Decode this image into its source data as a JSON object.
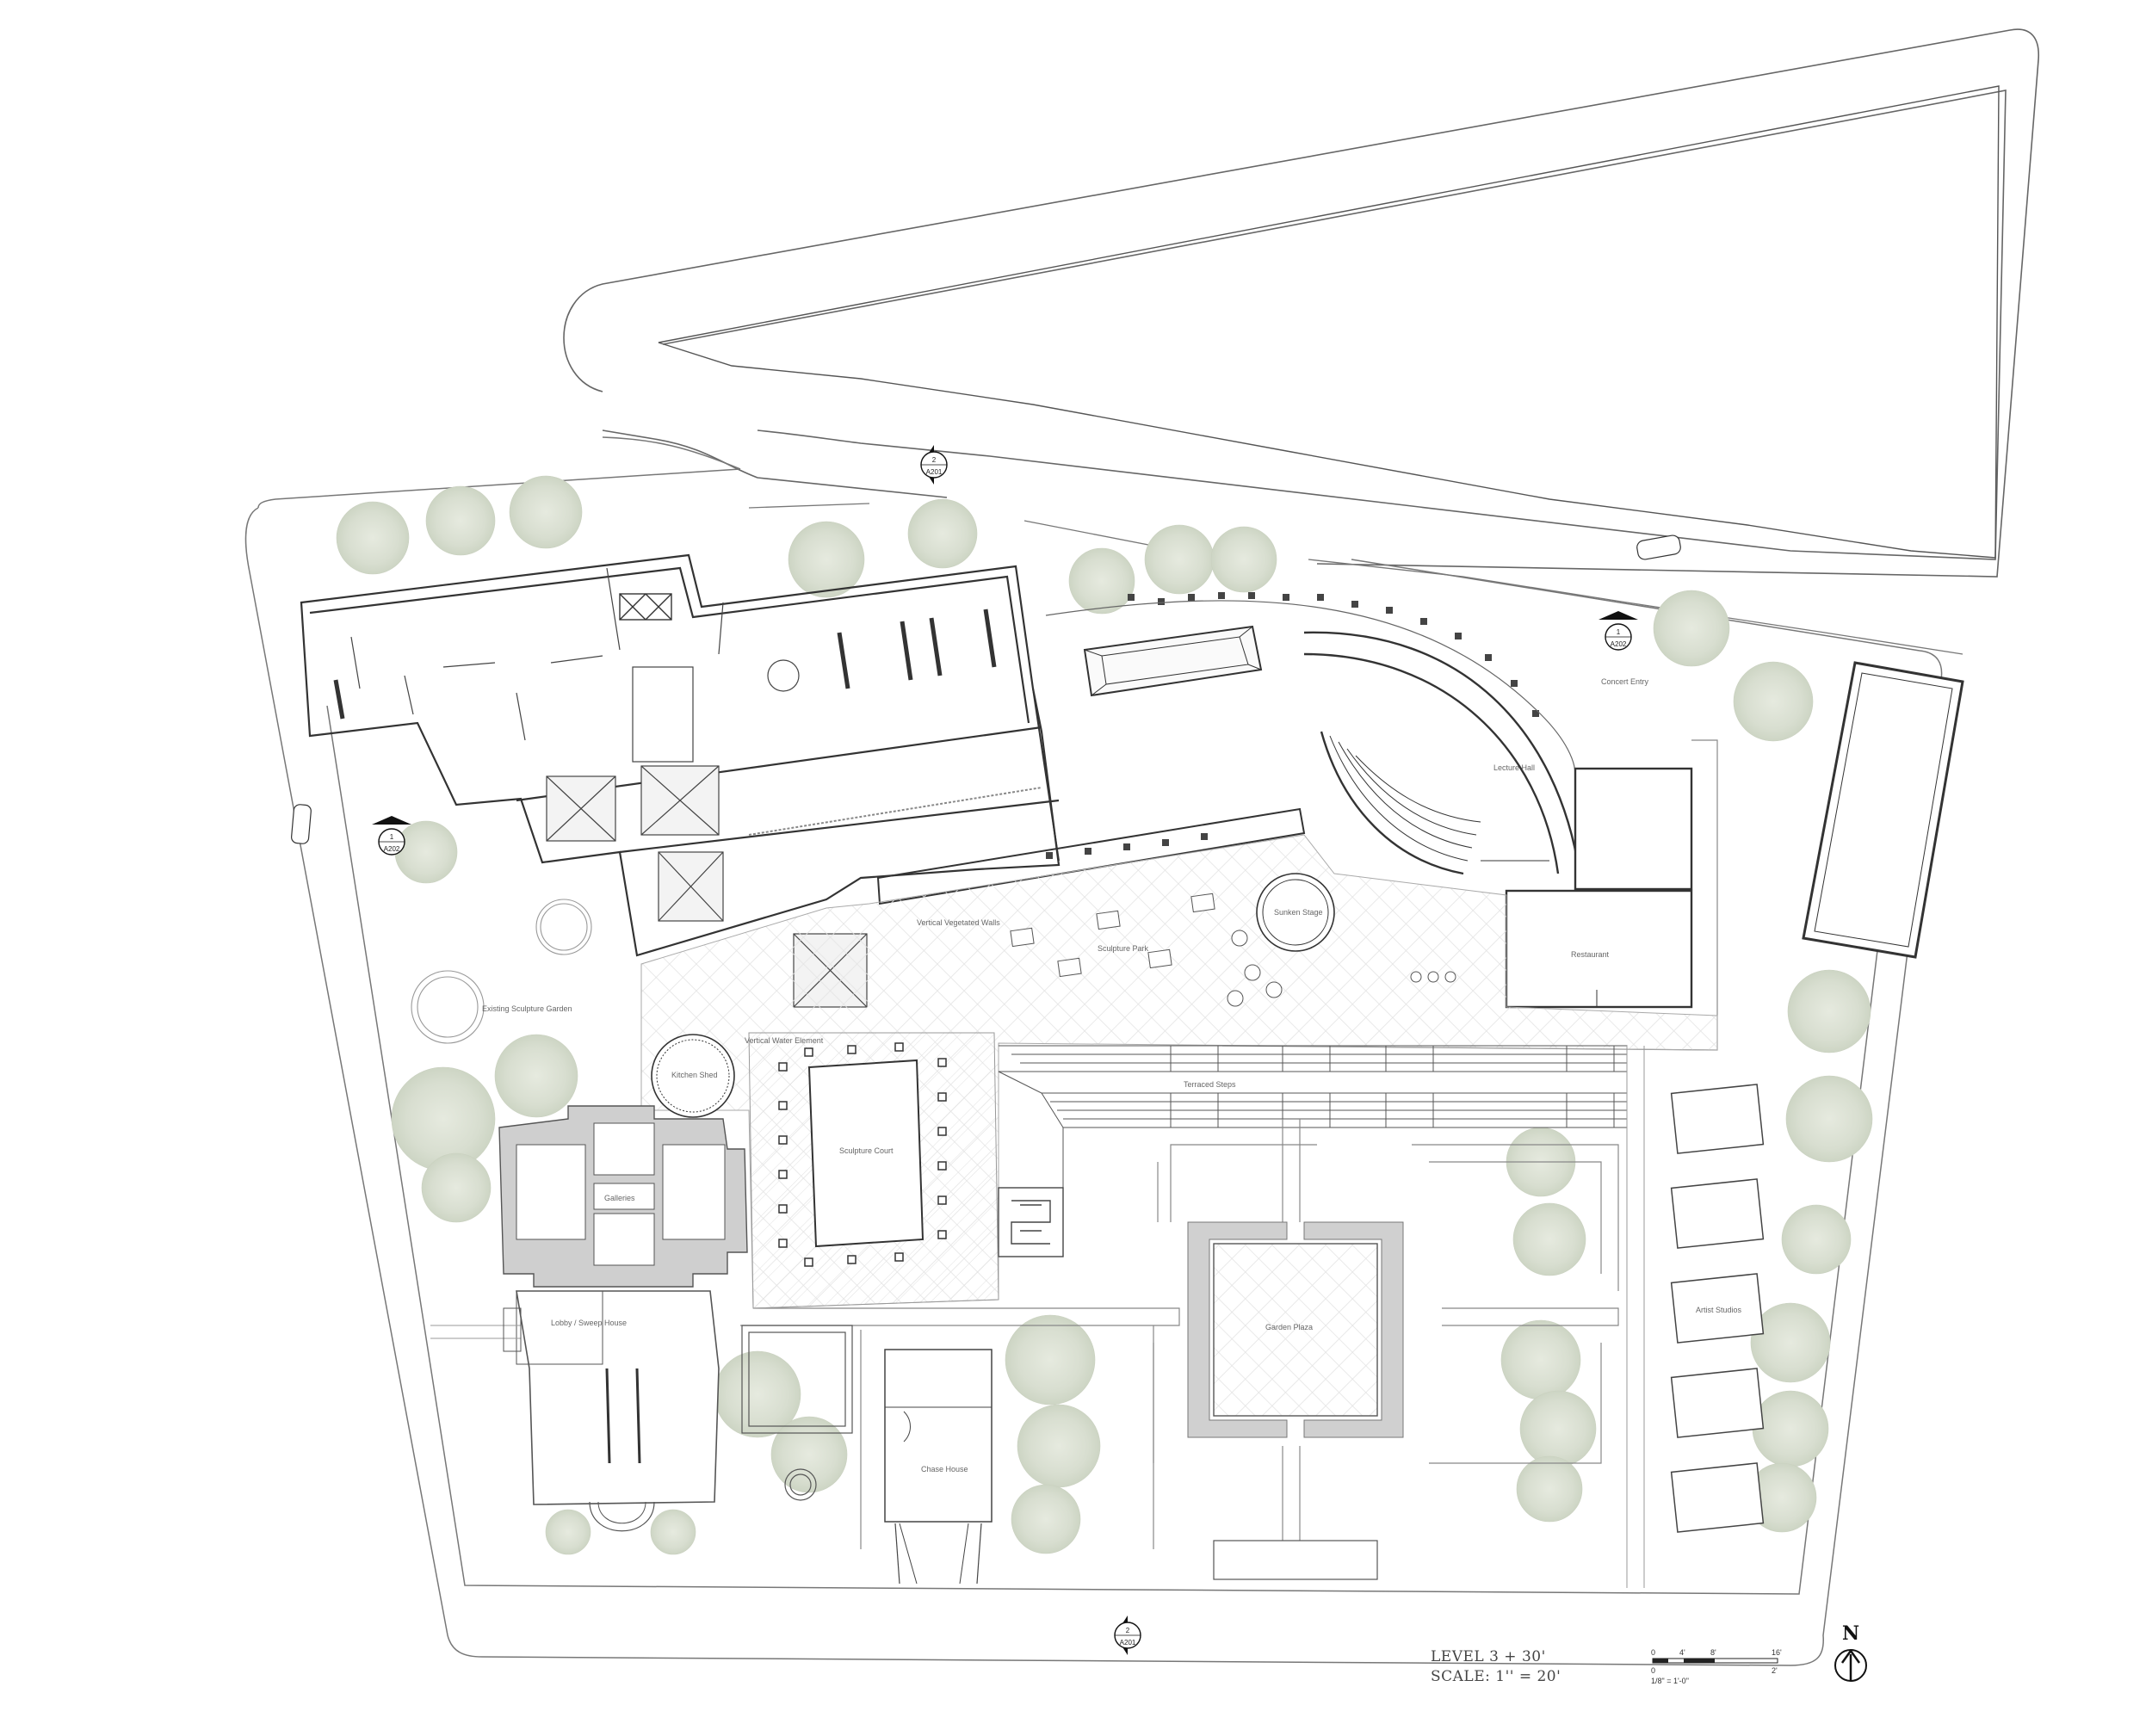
{
  "labels": {
    "existing_sculpture_garden": "Existing Sculpture Garden",
    "kitchen_shed": "Kitchen Shed",
    "vertical_water_element": "Vertical Water Element",
    "sculpture_court": "Sculpture Court",
    "galleries": "Galleries",
    "lobby_sweep_house": "Lobby / Sweep House",
    "chase_house": "Chase House",
    "garden_plaza": "Garden Plaza",
    "artist_studios": "Artist Studios",
    "terraced_steps": "Terraced Steps",
    "sculpture_park": "Sculpture Park",
    "sunken_stage": "Sunken Stage",
    "restaurant": "Restaurant",
    "lecture_hall": "Lecture Hall",
    "concert_entry": "Concert Entry",
    "vertical_vegetated_walls": "Vertical Vegetated Walls"
  },
  "section_markers": [
    {
      "number": "2",
      "sheet": "A201"
    },
    {
      "number": "1",
      "sheet": "A202"
    },
    {
      "number": "1",
      "sheet": "A202"
    },
    {
      "number": "2",
      "sheet": "A201"
    }
  ],
  "title_block": {
    "level": "LEVEL 3    + 30'",
    "scale": "SCALE: 1'' = 20'"
  },
  "graphic_scale": {
    "top_ticks": [
      "0",
      "4'",
      "8'",
      "16'"
    ],
    "bottom_ticks": [
      "0",
      "2'"
    ],
    "note": "1/8\" = 1'-0\""
  },
  "north_arrow": {
    "label": "N"
  },
  "colors": {
    "line": "#555555",
    "wall": "#333333",
    "tree": "#d9dfd2",
    "poche": "#cfcfcf",
    "paving": "#eeeeee"
  }
}
